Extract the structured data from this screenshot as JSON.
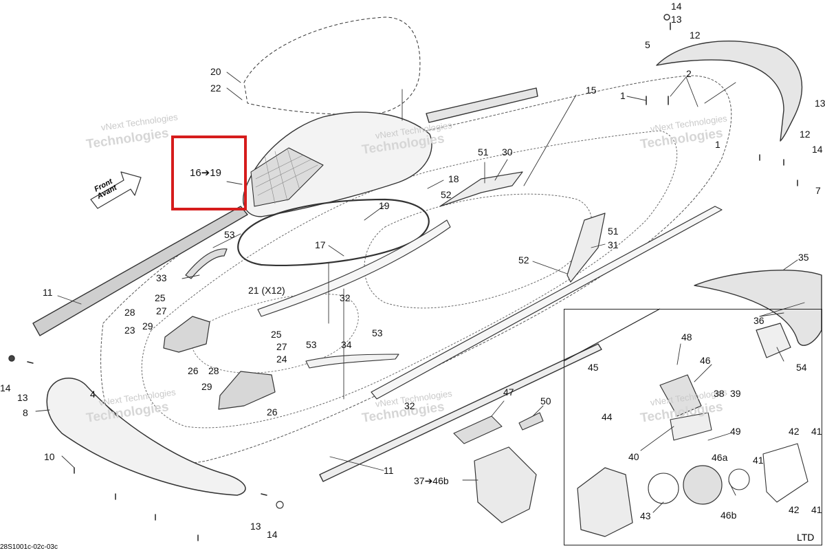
{
  "highlight": {
    "label": "16➔19",
    "color": "#d61c1c"
  },
  "front_arrow": {
    "line1": "Front",
    "line2": "Avant"
  },
  "watermark": {
    "line1": "vNext Technologies",
    "line2": "Technologies"
  },
  "inset": {
    "label": "LTD"
  },
  "drawing_code": "28S1001c-02c-03c",
  "callouts": {
    "c14_top": "14",
    "c13_top": "13",
    "c12_top": "12",
    "c5": "5",
    "c20": "20",
    "c22": "22",
    "c15": "15",
    "c1a": "1",
    "c2": "2",
    "c13_r": "13",
    "c12_r": "12",
    "c14_r": "14",
    "c1b": "1",
    "c7": "7",
    "c51a": "51",
    "c30": "30",
    "c18": "18",
    "c52a": "52",
    "c19": "19",
    "c53a": "53",
    "c17": "17",
    "c51b": "51",
    "c31": "31",
    "c52b": "52",
    "c35": "35",
    "c33": "33",
    "c21": "21 (X12)",
    "c11a": "11",
    "c25a": "25",
    "c28a": "28",
    "c27a": "27",
    "c32a": "32",
    "c23": "23",
    "c29a": "29",
    "c36": "36",
    "c26a": "26",
    "c25b": "25",
    "c27b": "27",
    "c53b": "53",
    "c34": "34",
    "c53c": "53",
    "c54": "54",
    "c24": "24",
    "c28b": "28",
    "c29b": "29",
    "c26b": "26",
    "c14_l": "14",
    "c13_l": "13",
    "c4": "4",
    "c8": "8",
    "c32b": "32",
    "c47": "47",
    "c50": "50",
    "c48": "48",
    "c45": "45",
    "c46": "46",
    "c44": "44",
    "c38": "38",
    "c39": "39",
    "c42a": "42",
    "c41a": "41",
    "c49": "49",
    "c40": "40",
    "c46a": "46a",
    "c10": "10",
    "c11b": "11",
    "c37": "37➔46b",
    "c41b": "41",
    "c43": "43",
    "c46b": "46b",
    "c42b": "42",
    "c41c": "41",
    "c13_b": "13",
    "c14_b": "14"
  }
}
